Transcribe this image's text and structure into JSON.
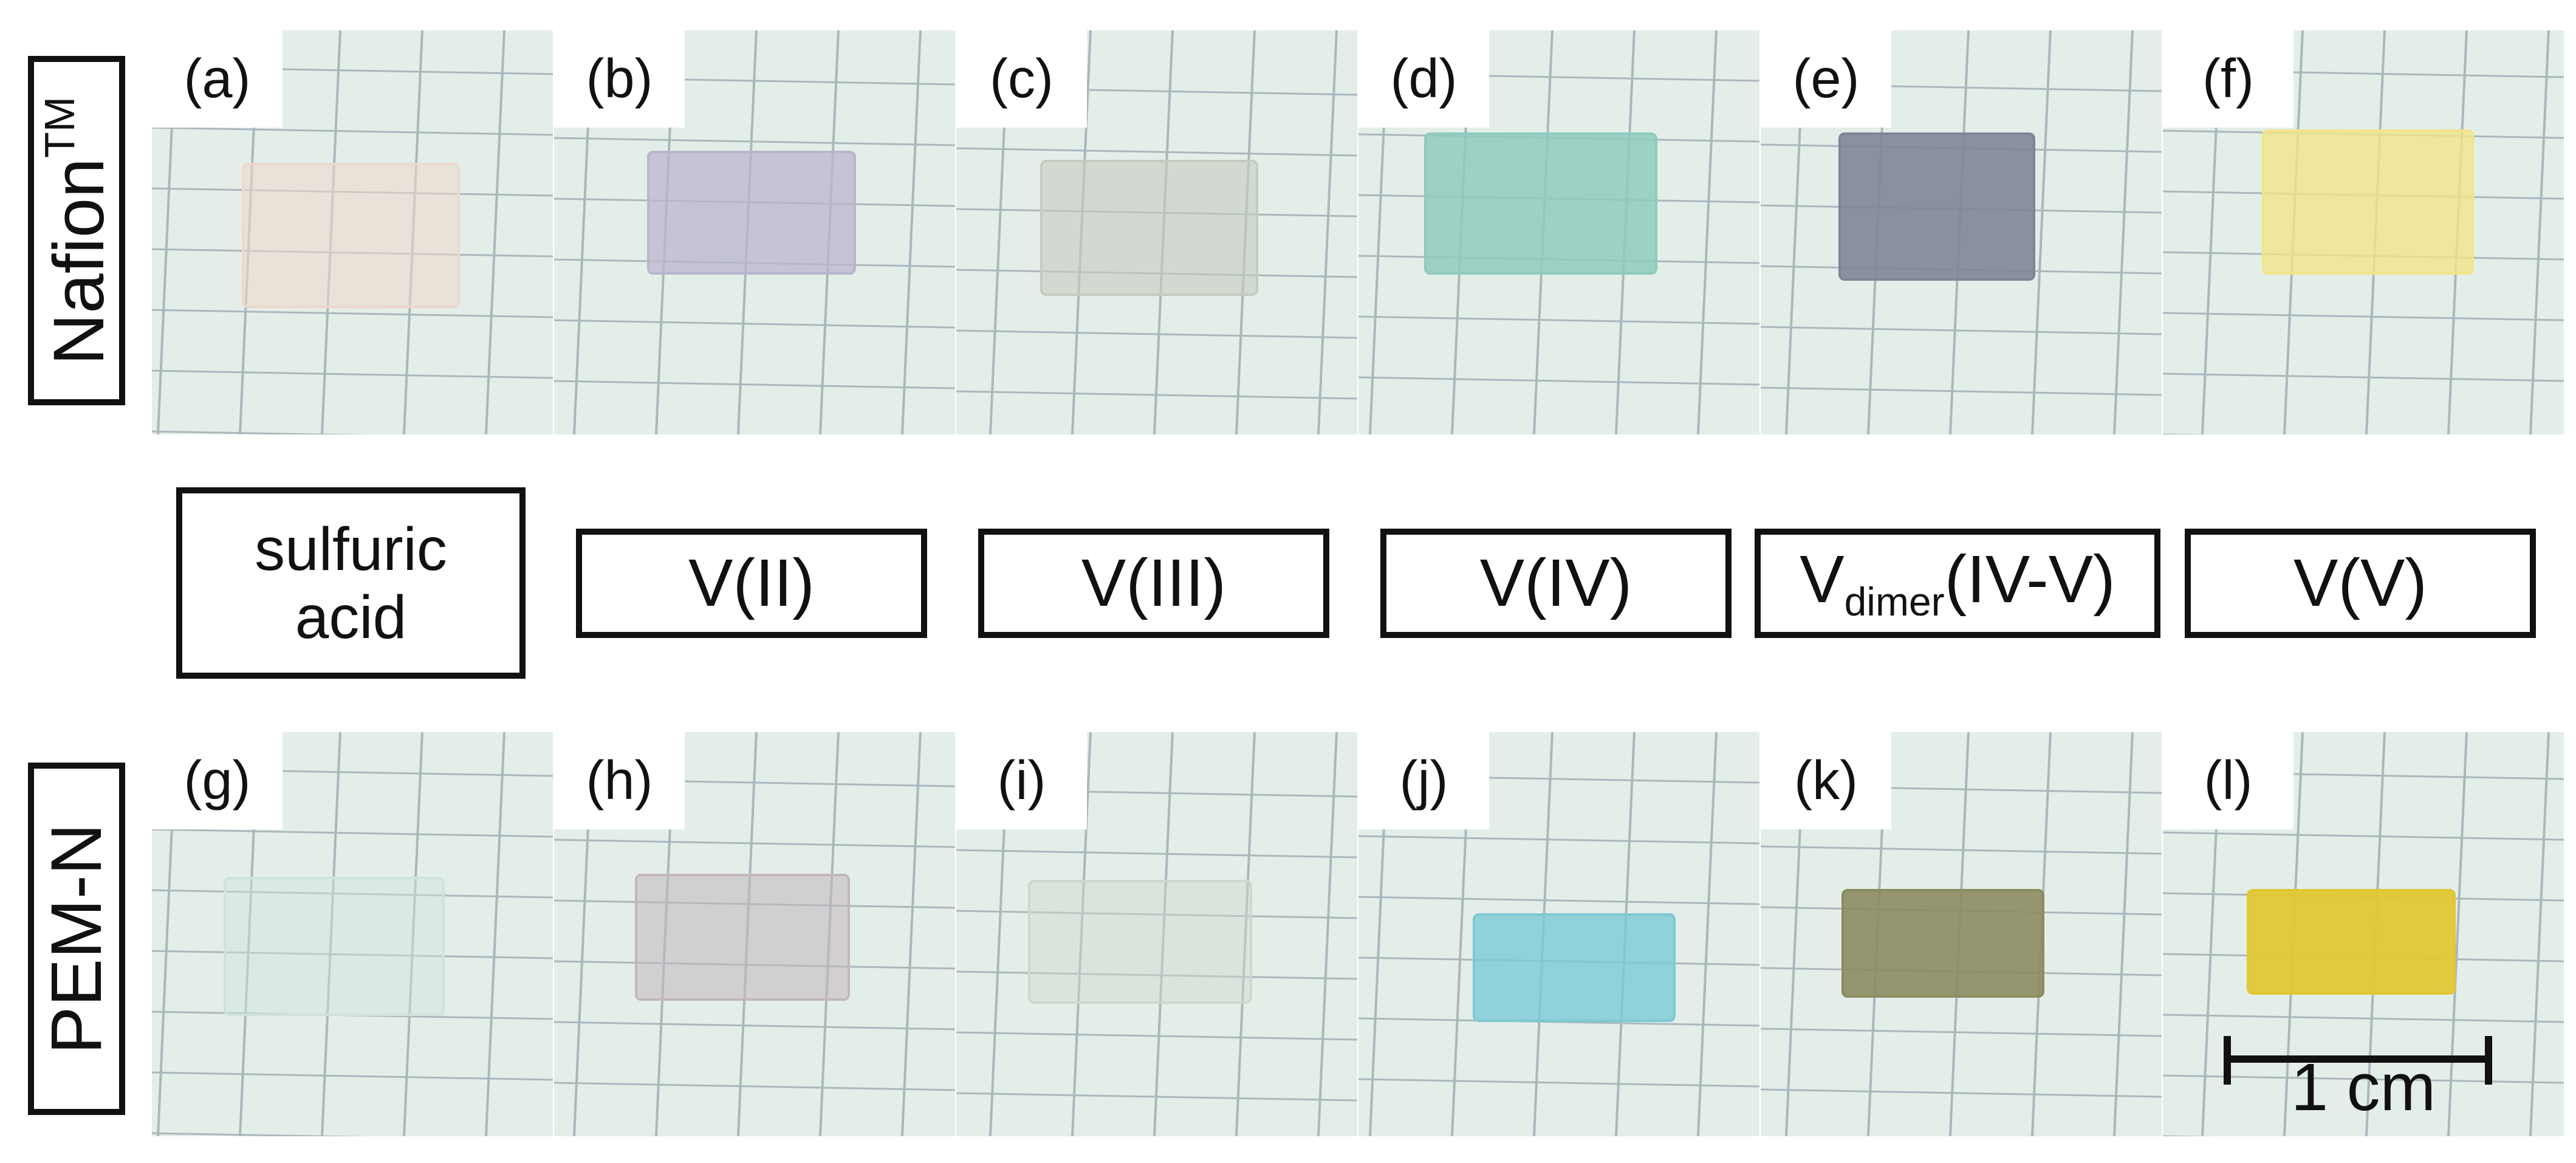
{
  "row_labels": {
    "top": {
      "text": "Nafion",
      "sup": "TM"
    },
    "bottom": {
      "text": "PEM-N"
    }
  },
  "species": [
    {
      "line1": "sulfuric",
      "line2": "acid"
    },
    {
      "text": "V(II)"
    },
    {
      "text": "V(III)"
    },
    {
      "text": "V(IV)"
    },
    {
      "base": "V",
      "sub": "dimer",
      "rest": "(IV-V)"
    },
    {
      "text": "V(V)"
    }
  ],
  "panels_top": [
    {
      "tag": "(a)",
      "film_color": "#ecd9cc"
    },
    {
      "tag": "(b)",
      "film_color": "#b9b6cc"
    },
    {
      "tag": "(c)",
      "film_color": "#c6cbbf"
    },
    {
      "tag": "(d)",
      "film_color": "#8fcbbd"
    },
    {
      "tag": "(e)",
      "film_color": "#7f8595"
    },
    {
      "tag": "(f)",
      "film_color": "#f2e48a"
    }
  ],
  "panels_bottom": [
    {
      "tag": "(g)",
      "film_color": "#cfe2dc"
    },
    {
      "tag": "(h)",
      "film_color": "#c2b7bd"
    },
    {
      "tag": "(i)",
      "film_color": "#cfd6cc"
    },
    {
      "tag": "(j)",
      "film_color": "#7cc9d4"
    },
    {
      "tag": "(k)",
      "film_color": "#8c8c62"
    },
    {
      "tag": "(l)",
      "film_color": "#e1c735"
    }
  ],
  "scale_bar": {
    "label": "1 cm"
  },
  "colors": {
    "paper": "#e4eee9",
    "grid": "#aab8bd",
    "border": "#111111"
  }
}
